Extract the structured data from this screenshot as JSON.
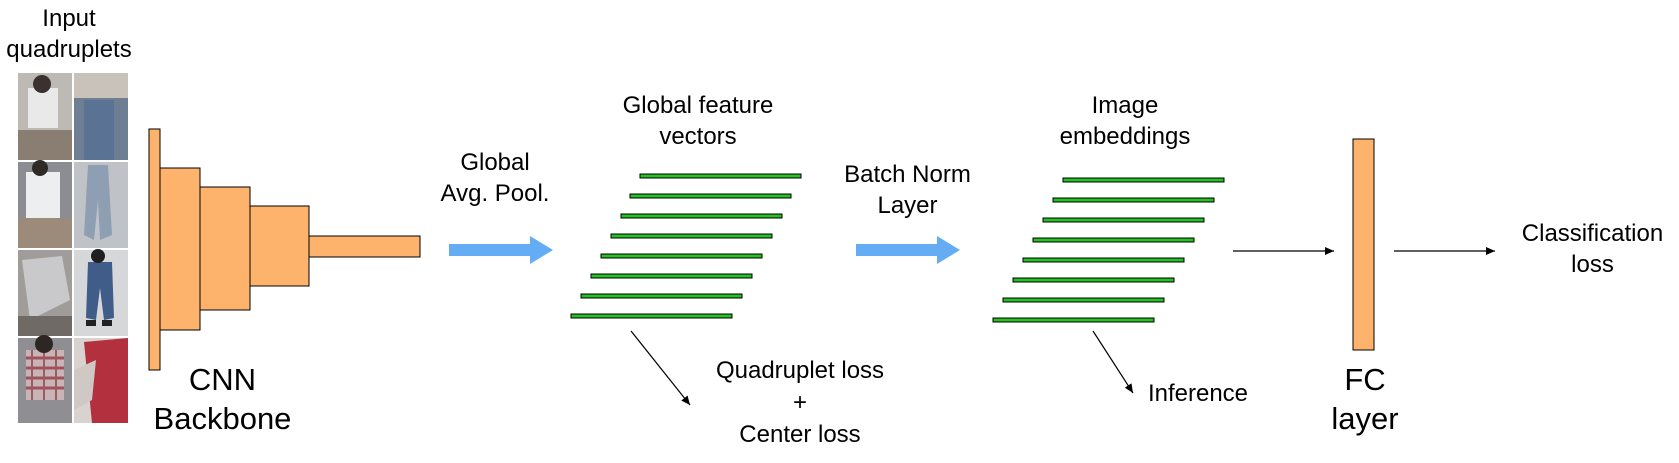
{
  "labels": {
    "input": [
      "Input",
      "quadruplets"
    ],
    "cnn": [
      "CNN",
      "Backbone"
    ],
    "gap": [
      "Global",
      "Avg. Pool."
    ],
    "gfv": [
      "Global feature",
      "vectors"
    ],
    "bn": [
      "Batch Norm",
      "Layer"
    ],
    "emb": [
      "Image",
      "embeddings"
    ],
    "quad_loss": [
      "Quadruplet loss",
      "+",
      "Center loss"
    ],
    "inference": "Inference",
    "fc": [
      "FC",
      "layer"
    ],
    "cls": [
      "Classification",
      "loss"
    ]
  },
  "colors": {
    "block_fill": "#fdb36b",
    "arrow_blue": "#64acf4",
    "bar_green": "#26c026",
    "photo_tones": [
      "#b9b6b3",
      "#7a8fa5",
      "#c5c7c9",
      "#9aa8b3",
      "#8d9096",
      "#4d6a90",
      "#a8a0a0",
      "#b83a4a"
    ]
  },
  "photos": {
    "count": 8,
    "description_icons": [
      "person-photo-icon"
    ]
  }
}
